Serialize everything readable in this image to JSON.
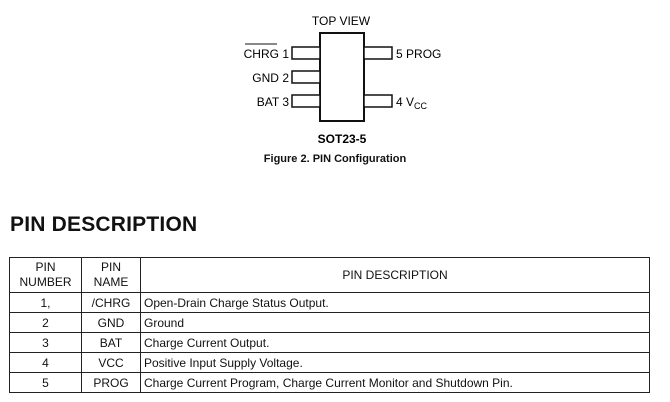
{
  "diagram": {
    "view_label": "TOP VIEW",
    "package": "SOT23-5",
    "left_pins": [
      {
        "name": "CHRG",
        "number": "1",
        "overbar": true
      },
      {
        "name": "GND",
        "number": "2",
        "overbar": false
      },
      {
        "name": "BAT",
        "number": "3",
        "overbar": false
      }
    ],
    "right_pins": [
      {
        "number": "5",
        "name": "PROG"
      },
      {
        "number": "4",
        "name": "V",
        "subscript": "CC"
      }
    ]
  },
  "figure_caption": "Figure 2.  PIN Configuration",
  "section_title": "PIN DESCRIPTION",
  "table": {
    "headers": {
      "number_line1": "PIN",
      "number_line2": "NUMBER",
      "name_line1": "PIN",
      "name_line2": "NAME",
      "description": "PIN DESCRIPTION"
    },
    "rows": [
      {
        "number": "1,",
        "name": "/CHRG",
        "description": "Open-Drain Charge Status Output."
      },
      {
        "number": "2",
        "name": "GND",
        "description": "Ground"
      },
      {
        "number": "3",
        "name": "BAT",
        "description": "Charge Current Output."
      },
      {
        "number": "4",
        "name": "VCC",
        "description": "Positive Input Supply Voltage."
      },
      {
        "number": "5",
        "name": "PROG",
        "description": "Charge Current Program, Charge Current Monitor and Shutdown Pin."
      }
    ]
  }
}
